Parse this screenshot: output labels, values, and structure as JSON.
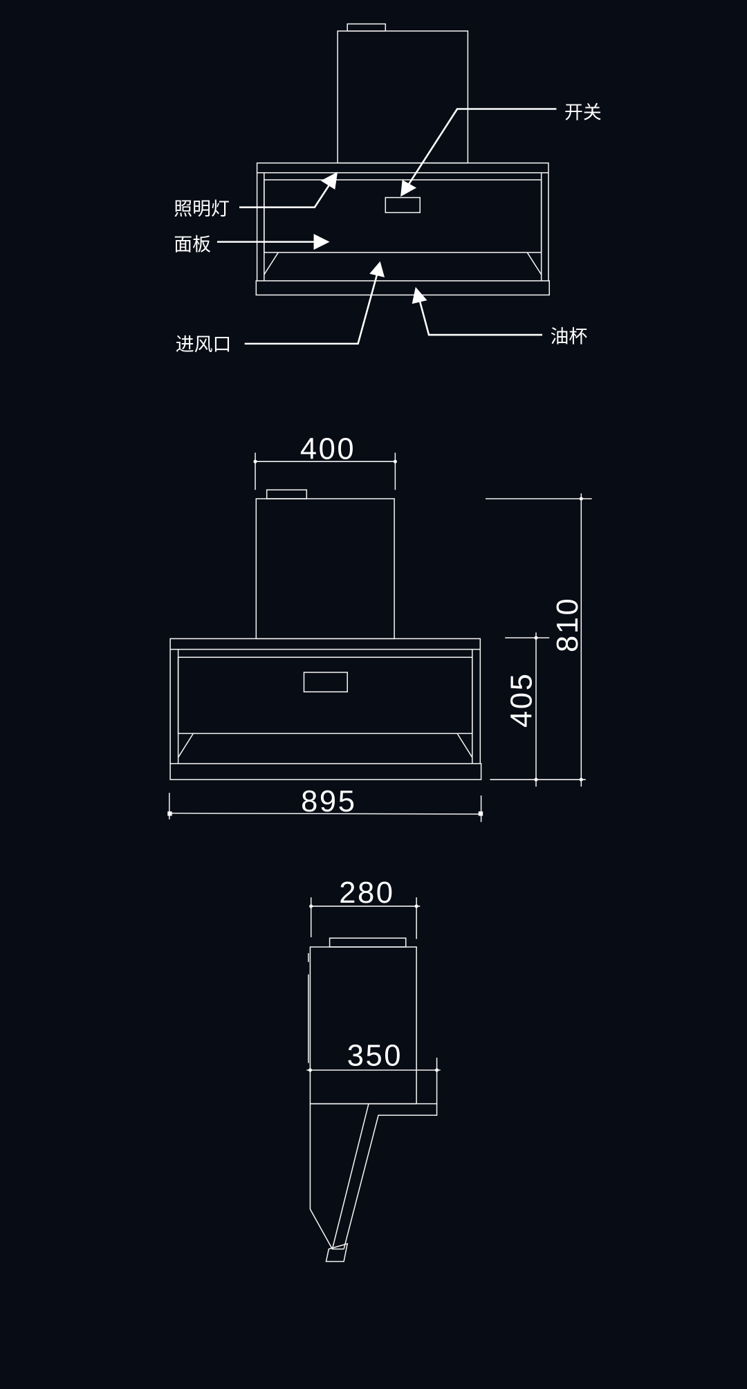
{
  "labels": {
    "switch": "开关",
    "light": "照明灯",
    "panel": "面板",
    "air_inlet": "进风口",
    "oil_cup": "油杯"
  },
  "dimensions": {
    "front_chimney_width": "400",
    "front_total_width": "895",
    "front_total_height": "810",
    "front_hood_height": "405",
    "side_chimney_depth": "280",
    "side_total_depth": "350"
  },
  "colors": {
    "background": "#080c14",
    "line": "#ffffff"
  }
}
